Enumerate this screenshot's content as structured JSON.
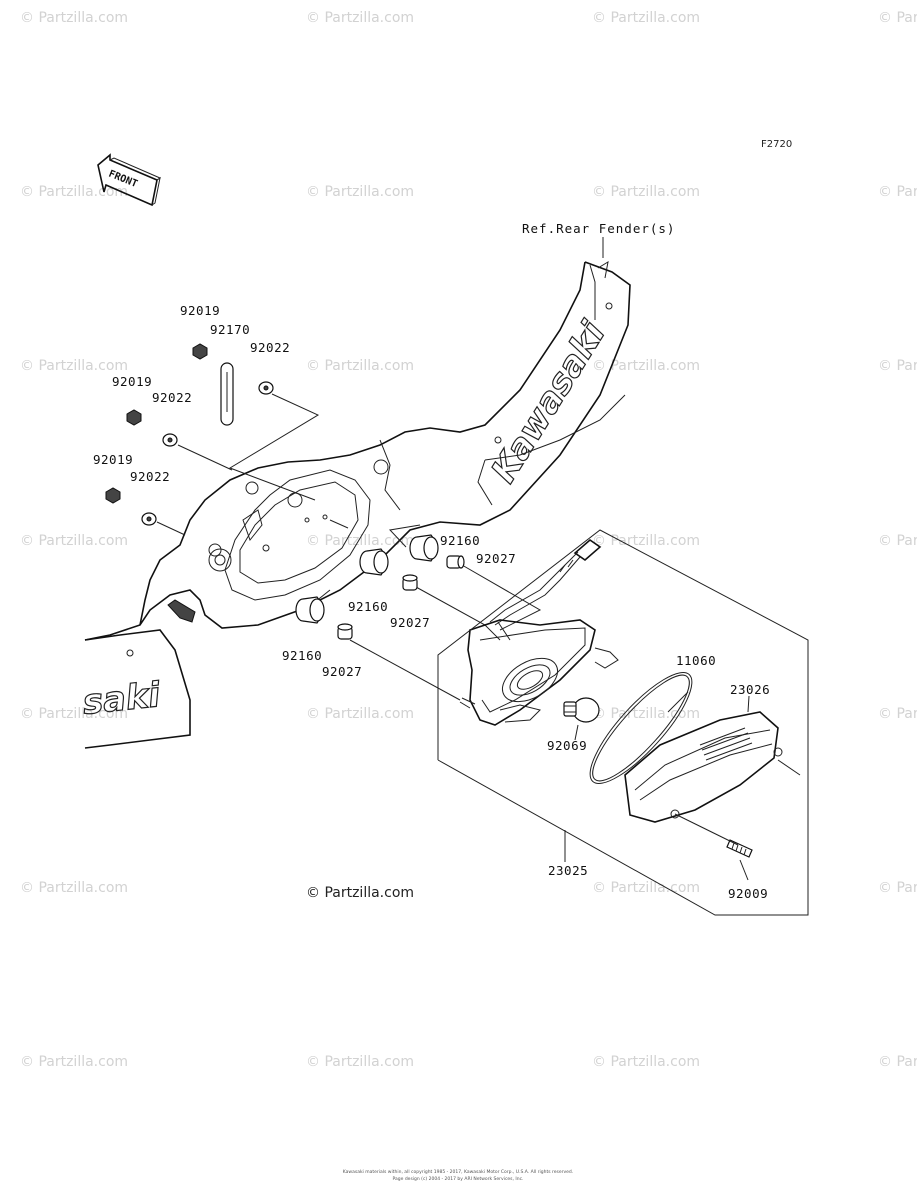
{
  "figure_id": "F2720",
  "front_marker": "FRONT",
  "ref_label": "Ref.Rear Fender(s)",
  "brand_text": "Kawasaki",
  "brand_text_partial": "saki",
  "copyright_label": "© Partzilla.com",
  "watermark_text": "© Partzilla.com",
  "legal_line1": "Kawasaki materials within, all copyright 1985 - 2017, Kawasaki Motor Corp., U.S.A. All rights reserved.",
  "legal_line2": "Page design (c) 2004 - 2017 by ARI Network Services, Inc.",
  "parts": {
    "p92019a": "92019",
    "p92170": "92170",
    "p92022a": "92022",
    "p92019b": "92019",
    "p92022b": "92022",
    "p92019c": "92019",
    "p92022c": "92022",
    "p92160a": "92160",
    "p92027a": "92027",
    "p92160b": "92160",
    "p92027b": "92027",
    "p92160c": "92160",
    "p92027c": "92027",
    "p11060": "11060",
    "p23026": "23026",
    "p92069": "92069",
    "p23025": "23025",
    "p92009": "92009"
  }
}
